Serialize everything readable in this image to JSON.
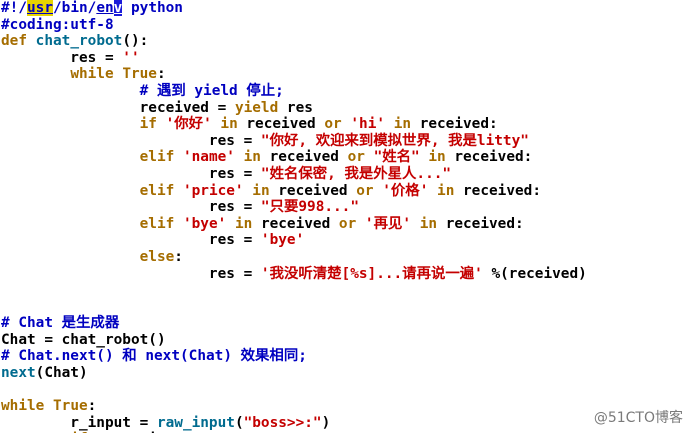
{
  "lines": [
    [
      {
        "t": "#!/",
        "c": "comment"
      },
      {
        "t": "usr",
        "c": "highlight"
      },
      {
        "t": "/bin/",
        "c": "comment"
      },
      {
        "t": "en",
        "c": "comment-u"
      },
      {
        "t": "v",
        "c": "cursor"
      },
      {
        "t": " python",
        "c": "comment"
      }
    ],
    [
      {
        "t": "#coding:utf-8",
        "c": "comment"
      }
    ],
    [
      {
        "t": "def",
        "c": "keyword"
      },
      {
        "t": " ",
        "c": "plain"
      },
      {
        "t": "chat_robot",
        "c": "func"
      },
      {
        "t": "():",
        "c": "plain"
      }
    ],
    [
      {
        "t": "        res = ",
        "c": "plain"
      },
      {
        "t": "''",
        "c": "string"
      }
    ],
    [
      {
        "t": "        ",
        "c": "plain"
      },
      {
        "t": "while",
        "c": "keyword"
      },
      {
        "t": " ",
        "c": "plain"
      },
      {
        "t": "True",
        "c": "keyword"
      },
      {
        "t": ":",
        "c": "plain"
      }
    ],
    [
      {
        "t": "                ",
        "c": "plain"
      },
      {
        "t": "# 遇到 yield 停止;",
        "c": "comment"
      }
    ],
    [
      {
        "t": "                received = ",
        "c": "plain"
      },
      {
        "t": "yield",
        "c": "keyword"
      },
      {
        "t": " res",
        "c": "plain"
      }
    ],
    [
      {
        "t": "                ",
        "c": "plain"
      },
      {
        "t": "if",
        "c": "keyword"
      },
      {
        "t": " ",
        "c": "plain"
      },
      {
        "t": "'你好'",
        "c": "string"
      },
      {
        "t": " ",
        "c": "plain"
      },
      {
        "t": "in",
        "c": "keyword"
      },
      {
        "t": " received ",
        "c": "plain"
      },
      {
        "t": "or",
        "c": "keyword"
      },
      {
        "t": " ",
        "c": "plain"
      },
      {
        "t": "'hi'",
        "c": "string"
      },
      {
        "t": " ",
        "c": "plain"
      },
      {
        "t": "in",
        "c": "keyword"
      },
      {
        "t": " received:",
        "c": "plain"
      }
    ],
    [
      {
        "t": "                        res = ",
        "c": "plain"
      },
      {
        "t": "\"你好, 欢迎来到模拟世界, 我是litty\"",
        "c": "string"
      }
    ],
    [
      {
        "t": "                ",
        "c": "plain"
      },
      {
        "t": "elif",
        "c": "keyword"
      },
      {
        "t": " ",
        "c": "plain"
      },
      {
        "t": "'name'",
        "c": "string"
      },
      {
        "t": " ",
        "c": "plain"
      },
      {
        "t": "in",
        "c": "keyword"
      },
      {
        "t": " received ",
        "c": "plain"
      },
      {
        "t": "or",
        "c": "keyword"
      },
      {
        "t": " ",
        "c": "plain"
      },
      {
        "t": "\"姓名\"",
        "c": "string"
      },
      {
        "t": " ",
        "c": "plain"
      },
      {
        "t": "in",
        "c": "keyword"
      },
      {
        "t": " received:",
        "c": "plain"
      }
    ],
    [
      {
        "t": "                        res = ",
        "c": "plain"
      },
      {
        "t": "\"姓名保密, 我是外星人...\"",
        "c": "string"
      }
    ],
    [
      {
        "t": "                ",
        "c": "plain"
      },
      {
        "t": "elif",
        "c": "keyword"
      },
      {
        "t": " ",
        "c": "plain"
      },
      {
        "t": "'price'",
        "c": "string"
      },
      {
        "t": " ",
        "c": "plain"
      },
      {
        "t": "in",
        "c": "keyword"
      },
      {
        "t": " received ",
        "c": "plain"
      },
      {
        "t": "or",
        "c": "keyword"
      },
      {
        "t": " ",
        "c": "plain"
      },
      {
        "t": "'价格'",
        "c": "string"
      },
      {
        "t": " ",
        "c": "plain"
      },
      {
        "t": "in",
        "c": "keyword"
      },
      {
        "t": " received:",
        "c": "plain"
      }
    ],
    [
      {
        "t": "                        res = ",
        "c": "plain"
      },
      {
        "t": "\"只要998...\"",
        "c": "string"
      }
    ],
    [
      {
        "t": "                ",
        "c": "plain"
      },
      {
        "t": "elif",
        "c": "keyword"
      },
      {
        "t": " ",
        "c": "plain"
      },
      {
        "t": "'bye'",
        "c": "string"
      },
      {
        "t": " ",
        "c": "plain"
      },
      {
        "t": "in",
        "c": "keyword"
      },
      {
        "t": " received ",
        "c": "plain"
      },
      {
        "t": "or",
        "c": "keyword"
      },
      {
        "t": " ",
        "c": "plain"
      },
      {
        "t": "'再见'",
        "c": "string"
      },
      {
        "t": " ",
        "c": "plain"
      },
      {
        "t": "in",
        "c": "keyword"
      },
      {
        "t": " received:",
        "c": "plain"
      }
    ],
    [
      {
        "t": "                        res = ",
        "c": "plain"
      },
      {
        "t": "'bye'",
        "c": "string"
      }
    ],
    [
      {
        "t": "                ",
        "c": "plain"
      },
      {
        "t": "else",
        "c": "keyword"
      },
      {
        "t": ":",
        "c": "plain"
      }
    ],
    [
      {
        "t": "                        res = ",
        "c": "plain"
      },
      {
        "t": "'我没听清楚[%s]...请再说一遍'",
        "c": "string"
      },
      {
        "t": " %(received)",
        "c": "plain"
      }
    ],
    [],
    [],
    [
      {
        "t": "# Chat 是生成器",
        "c": "comment"
      }
    ],
    [
      {
        "t": "Chat = chat_robot()",
        "c": "plain"
      }
    ],
    [
      {
        "t": "# Chat.next() 和 next(Chat) 效果相同;",
        "c": "comment"
      }
    ],
    [
      {
        "t": "next",
        "c": "func"
      },
      {
        "t": "(Chat)",
        "c": "plain"
      }
    ],
    [],
    [
      {
        "t": "while",
        "c": "keyword"
      },
      {
        "t": " ",
        "c": "plain"
      },
      {
        "t": "True",
        "c": "keyword"
      },
      {
        "t": ":",
        "c": "plain"
      }
    ],
    [
      {
        "t": "        r_input = ",
        "c": "plain"
      },
      {
        "t": "raw_input",
        "c": "func"
      },
      {
        "t": "(",
        "c": "plain"
      },
      {
        "t": "\"boss>>:\"",
        "c": "string"
      },
      {
        "t": ")",
        "c": "plain"
      }
    ],
    [
      {
        "t": "        ",
        "c": "plain"
      },
      {
        "t": "if",
        "c": "keyword"
      },
      {
        "t": " ",
        "c": "plain"
      },
      {
        "t": "not",
        "c": "keyword"
      },
      {
        "t": " r_input:",
        "c": "plain"
      }
    ]
  ],
  "watermark": "@51CTO博客"
}
